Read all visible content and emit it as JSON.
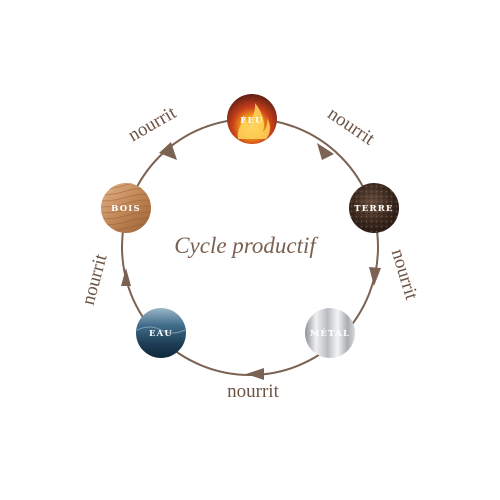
{
  "diagram": {
    "center_title": "Cycle productif",
    "edge_label": "nourrit",
    "colors": {
      "ring": "#7b6252",
      "text": "#6e5444"
    },
    "nodes": [
      {
        "id": "feu",
        "label": "FEU"
      },
      {
        "id": "terre",
        "label": "TERRE"
      },
      {
        "id": "metal",
        "label": "MÉTAL"
      },
      {
        "id": "eau",
        "label": "EAU"
      },
      {
        "id": "bois",
        "label": "BOIS"
      }
    ],
    "edges": [
      {
        "from": "feu",
        "to": "terre",
        "label": "nourrit"
      },
      {
        "from": "terre",
        "to": "metal",
        "label": "nourrit"
      },
      {
        "from": "metal",
        "to": "eau",
        "label": "nourrit"
      },
      {
        "from": "eau",
        "to": "bois",
        "label": "nourrit"
      },
      {
        "from": "bois",
        "to": "feu",
        "label": "nourrit"
      }
    ]
  }
}
